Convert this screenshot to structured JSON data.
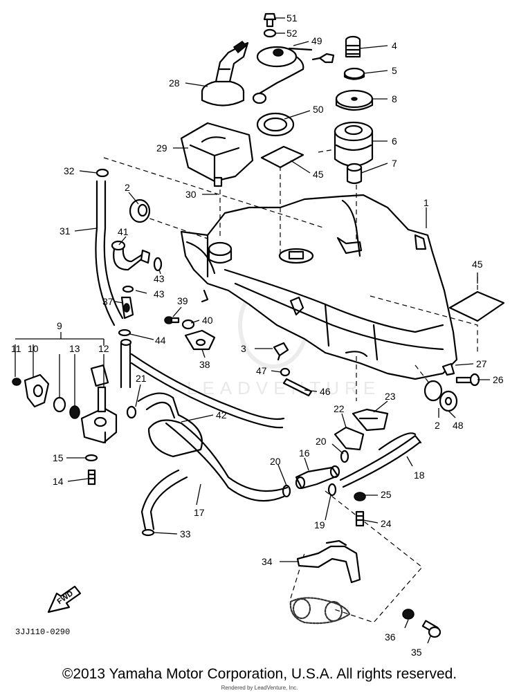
{
  "diagram": {
    "ref_code": "3JJ110-0290",
    "fwd_label": "FWD",
    "watermark": "LEADVENTURE",
    "callouts": {
      "p1": "1",
      "p2a": "2",
      "p2b": "2",
      "p3": "3",
      "p4": "4",
      "p5": "5",
      "p6": "6",
      "p7": "7",
      "p8": "8",
      "p9": "9",
      "p10": "10",
      "p11": "11",
      "p12": "12",
      "p13": "13",
      "p14": "14",
      "p15": "15",
      "p16": "16",
      "p17": "17",
      "p18": "18",
      "p19": "19",
      "p20a": "20",
      "p20b": "20",
      "p21": "21",
      "p22": "22",
      "p23": "23",
      "p24": "24",
      "p25": "25",
      "p26": "26",
      "p27": "27",
      "p28": "28",
      "p29": "29",
      "p30": "30",
      "p31": "31",
      "p32": "32",
      "p33": "33",
      "p34": "34",
      "p35": "35",
      "p36": "36",
      "p37": "37",
      "p38": "38",
      "p39": "39",
      "p40": "40",
      "p41": "41",
      "p42": "42",
      "p43a": "43",
      "p43b": "43",
      "p44": "44",
      "p45a": "45",
      "p45b": "45",
      "p46": "46",
      "p47": "47",
      "p48": "48",
      "p49": "49",
      "p50": "50",
      "p51": "51",
      "p52": "52"
    }
  },
  "footer": {
    "copyright": "©2013 Yamaha Motor Corporation, U.S.A. All rights reserved.",
    "rendered_by": "Rendered by LeadVenture, Inc."
  }
}
